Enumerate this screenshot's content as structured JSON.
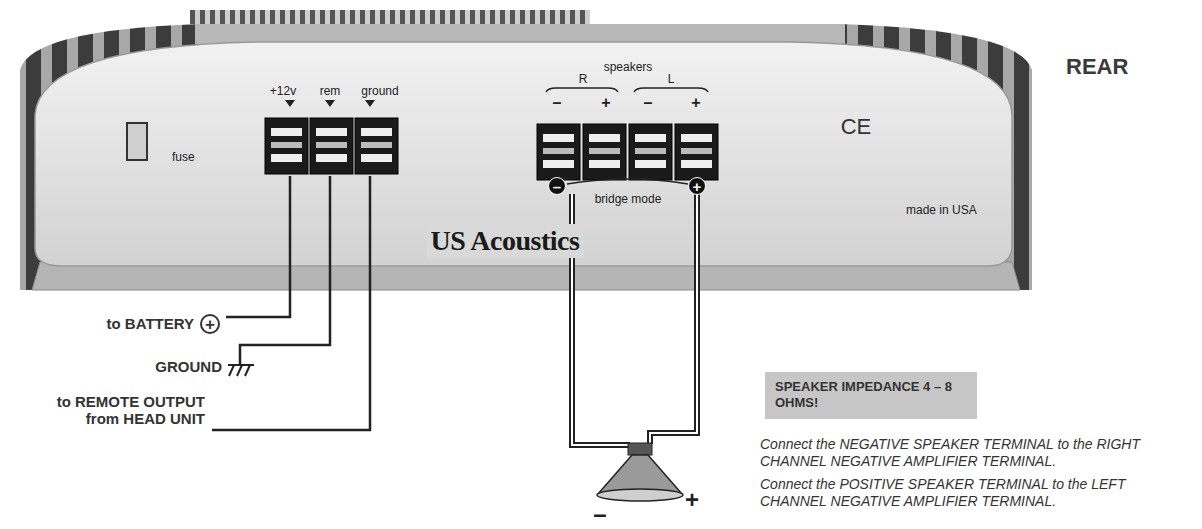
{
  "diagram": {
    "nodes": [
      {
        "text": [
          "SPEAKER IMPEDANCE 4 – 8 OHMS!"
        ]
      }
    ],
    "labels": [
      "+12v",
      "rem",
      "ground",
      "fuse",
      "speakers",
      "R",
      "L",
      "–",
      "+",
      "–",
      "+",
      "–",
      "+",
      "bridge mode",
      "US Acoustics",
      "CE",
      "made in USA",
      "REAR",
      "to BATTERY",
      "+",
      "GROUND",
      "to REMOTE OUTPUT from HEAD UNIT",
      "–",
      "+",
      "Connect the NEGATIVE SPEAKER TERMINAL to the RIGHT CHANNEL NEGATIVE AMPLIFIER TERMINAL.",
      "Connect the POSITIVE SPEAKER TERMINAL to the LEFT CHANNEL NEGATIVE AMPLIFIER TERMINAL."
    ]
  }
}
